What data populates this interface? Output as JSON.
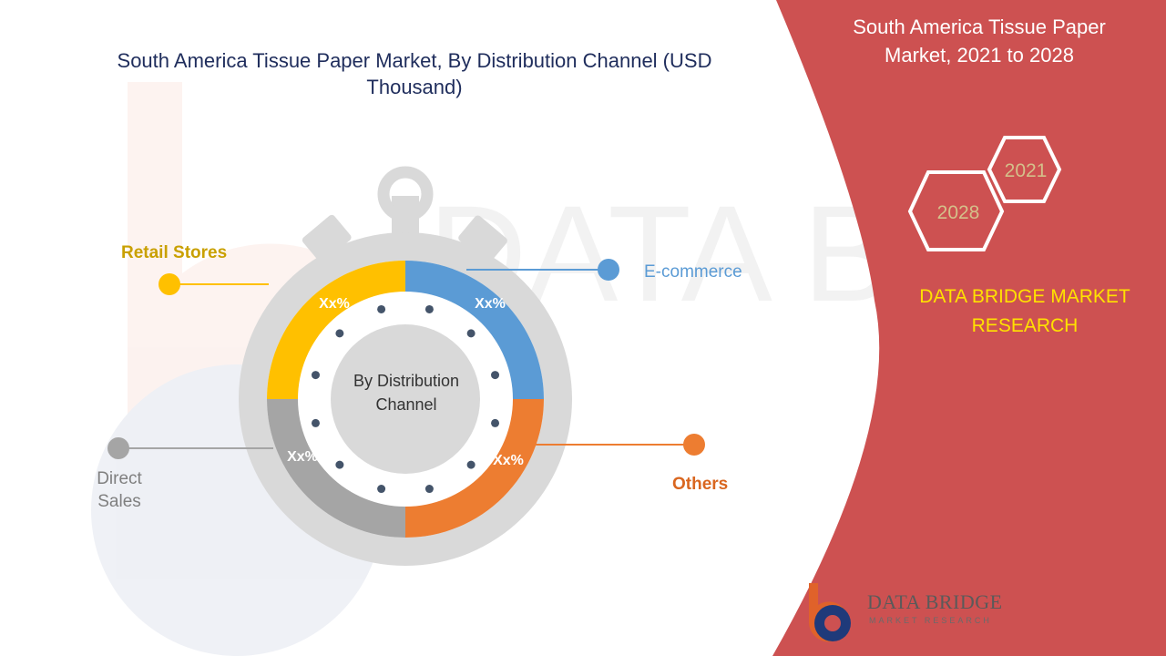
{
  "chart_data": {
    "type": "pie",
    "title": "South America Tissue Paper Market, By Distribution Channel (USD Thousand)",
    "center_label": "By Distribution Channel",
    "categories": [
      "Retail Stores",
      "E-commerce",
      "Others",
      "Direct Sales"
    ],
    "values": [
      25,
      25,
      25,
      25
    ],
    "value_labels": [
      "Xx%",
      "Xx%",
      "Xx%",
      "Xx%"
    ],
    "colors": [
      "#ffc000",
      "#5b9bd5",
      "#ed7d31",
      "#a5a5a5"
    ]
  },
  "side_panel": {
    "title": "South America Tissue Paper Market, 2021 to 2028",
    "year_start": "2021",
    "year_end": "2028",
    "brand": "DATA BRIDGE MARKET RESEARCH",
    "panel_color": "#cd5151"
  },
  "logo": {
    "name": "DATA BRIDGE",
    "tagline": "MARKET RESEARCH"
  }
}
